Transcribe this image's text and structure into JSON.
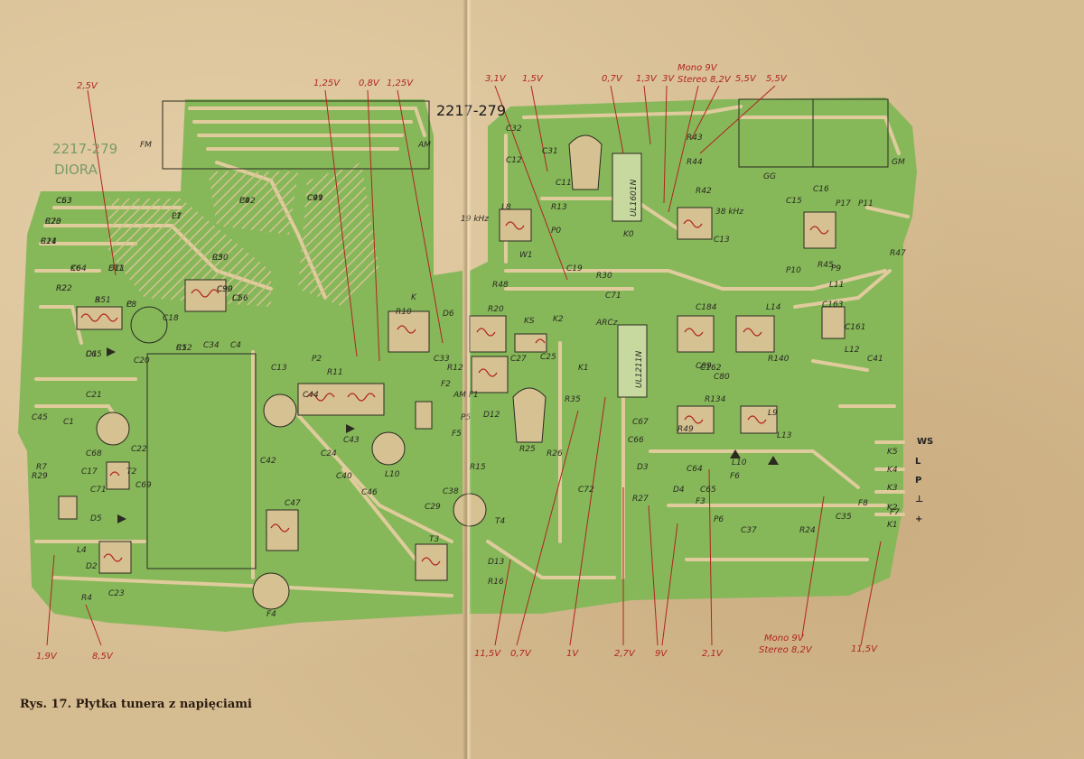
{
  "caption": "Rys. 17. Płytka tunera z napięciami",
  "board": {
    "code": "2217-279",
    "stamp_code": "2217-279",
    "stamp_brand": "DIORA",
    "band_fm": "FM",
    "band_am": "AM",
    "gm": "GM",
    "gg": "GG",
    "ic1": "UL1601N",
    "ic2": "UL1211N",
    "freq_19": "19 kHz",
    "freq_38": "38 kHz"
  },
  "voltages_top": [
    "2,5V",
    "1,25V",
    "0,8V",
    "1,25V",
    "3,1V",
    "1,5V",
    "0,7V",
    "1,3V",
    "3V",
    "5,5V",
    "5,5V"
  ],
  "mono_stereo_top": [
    "Mono 9V",
    "Stereo 8,2V"
  ],
  "voltages_bottom": [
    "1,9V",
    "8,5V",
    "11,5V",
    "0,7V",
    "1V",
    "2,7V",
    "9V",
    "2,1V",
    "11,5V"
  ],
  "mono_stereo_bottom": [
    "Mono 9V",
    "Stereo 8,2V"
  ],
  "connector_labels": [
    "WS",
    "L",
    "P",
    "⊥",
    "+"
  ],
  "connector_pins": [
    "K5",
    "K4",
    "K3",
    "K2",
    "K1"
  ],
  "components": [
    "C63",
    "C70",
    "C14",
    "K6",
    "ET1",
    "R2",
    "B",
    "C",
    "D1",
    "R3",
    "L1",
    "L1",
    "C92",
    "C91",
    "C90",
    "R1",
    "C34",
    "C4",
    "C18",
    "C20",
    "C21",
    "C45",
    "C1",
    "C22",
    "R7",
    "R29",
    "C68",
    "C17",
    "D5",
    "T2",
    "C69",
    "C71",
    "D2",
    "L4",
    "C23",
    "R4",
    "F4",
    "P2",
    "R11",
    "C13",
    "C24",
    "C40",
    "L10",
    "C44",
    "C42",
    "C43",
    "C46",
    "C47",
    "K",
    "R10",
    "D6",
    "R20",
    "KS",
    "C25",
    "C27",
    "C33",
    "R12",
    "AM F1",
    "F2",
    "F5",
    "P5",
    "D12",
    "C29",
    "C38",
    "T3",
    "T4",
    "D13",
    "R16",
    "R15",
    "R13",
    "C31",
    "C32",
    "C12",
    "C11",
    "L8",
    "W1",
    "P0",
    "K0",
    "C19",
    "R43",
    "R44",
    "R42",
    "C13",
    "C15",
    "C16",
    "R45",
    "P9",
    "L11",
    "P10",
    "P11",
    "P17",
    "R47",
    "C41",
    "C161",
    "L12",
    "C163",
    "C184",
    "L14",
    "C162",
    "C89",
    "C80",
    "R134",
    "R140",
    "L9",
    "R49",
    "L13",
    "C64",
    "C65",
    "L10",
    "F6",
    "F3",
    "P6",
    "C37",
    "R24",
    "C35",
    "F8",
    "F7",
    "D4",
    "D3",
    "C66",
    "C67",
    "R25",
    "R26",
    "C72",
    "R27",
    "ARCz",
    "C71",
    "R30",
    "R48",
    "K2",
    "K1",
    "R35",
    "C53",
    "R23",
    "R21",
    "C64",
    "D11",
    "R22",
    "R51",
    "P8",
    "C65",
    "C50",
    "C56",
    "P7",
    "P4",
    "C49",
    "C39",
    "C52"
  ]
}
